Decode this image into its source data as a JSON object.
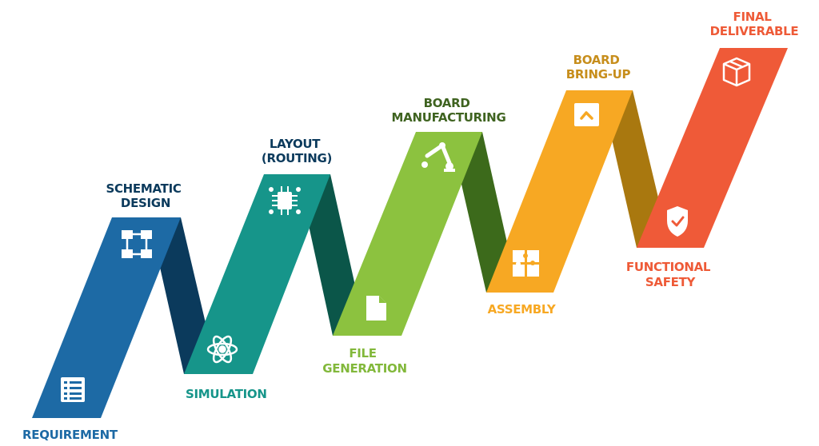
{
  "steps": [
    {
      "label_lines": [
        "REQUIREMENT"
      ],
      "color": "#1d6aa5",
      "icon": "list-icon"
    },
    {
      "label_lines": [
        "SCHEMATIC",
        "DESIGN"
      ],
      "color": "#1d6aa5",
      "icon": "schematic-flow-icon"
    },
    {
      "label_lines": [
        "SIMULATION"
      ],
      "color": "#16958a",
      "icon": "atom-icon"
    },
    {
      "label_lines": [
        "LAYOUT",
        "(ROUTING)"
      ],
      "color": "#16958a",
      "icon": "chip-icon"
    },
    {
      "label_lines": [
        "FILE",
        "GENERATION"
      ],
      "color": "#82b83b",
      "icon": "document-icon"
    },
    {
      "label_lines": [
        "BOARD",
        "MANUFACTURING"
      ],
      "color": "#3f6320",
      "icon": "robot-arm-icon"
    },
    {
      "label_lines": [
        "ASSEMBLY"
      ],
      "color": "#f7a823",
      "icon": "puzzle-icon"
    },
    {
      "label_lines": [
        "BOARD",
        "BRING-UP"
      ],
      "color": "#c78e1c",
      "icon": "chevron-up-icon"
    },
    {
      "label_lines": [
        "FUNCTIONAL",
        "SAFETY"
      ],
      "color": "#ee5a37",
      "icon": "shield-check-icon"
    },
    {
      "label_lines": [
        "FINAL",
        "DELIVERABLE"
      ],
      "color": "#ee5a37",
      "icon": "package-icon"
    }
  ],
  "colors": {
    "blue": "#1d6aa5",
    "blue_dark": "#0b3a5c",
    "teal": "#16958a",
    "teal_dark": "#0b5649",
    "green": "#8cc23f",
    "green_dark": "#3c6a1b",
    "orange": "#f7a823",
    "orange_dark": "#a9780f",
    "red": "#ef5a38"
  }
}
